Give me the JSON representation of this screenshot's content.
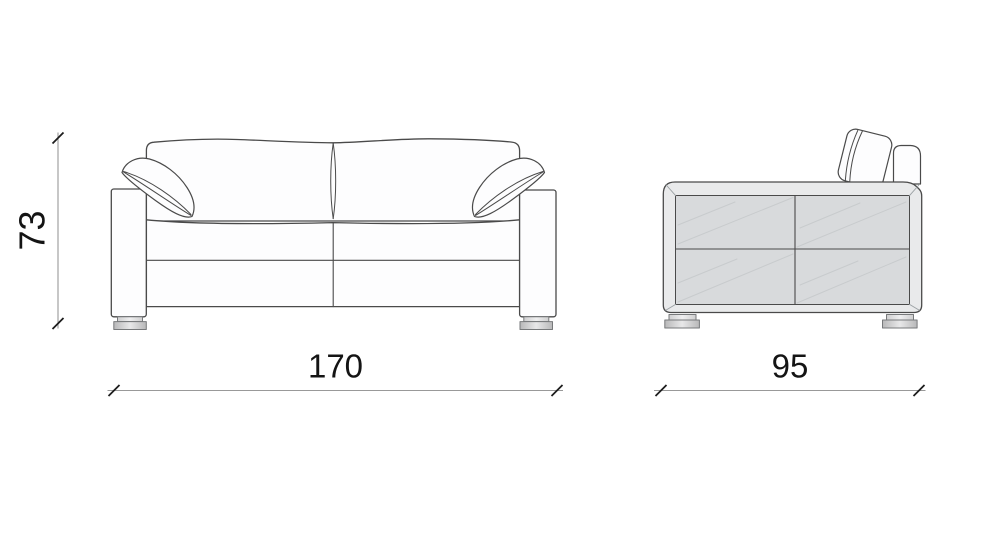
{
  "dimensions": {
    "height_label": "73",
    "width_label": "170",
    "depth_label": "95"
  },
  "colors": {
    "background": "#ffffff",
    "outline": "#4a4a4a",
    "sofa_fill": "#fdfdfe",
    "side_frame_fill": "#e9eaeb",
    "side_panel_fill": "#d8dadc",
    "reflection_line": "#c8cbcd",
    "bevel_seam": "#9aa0a3",
    "foot_edge": "#77797b",
    "dimension_line": "#999999",
    "dimension_tick": "#1c1c1c",
    "dimension_text": "#141414"
  }
}
